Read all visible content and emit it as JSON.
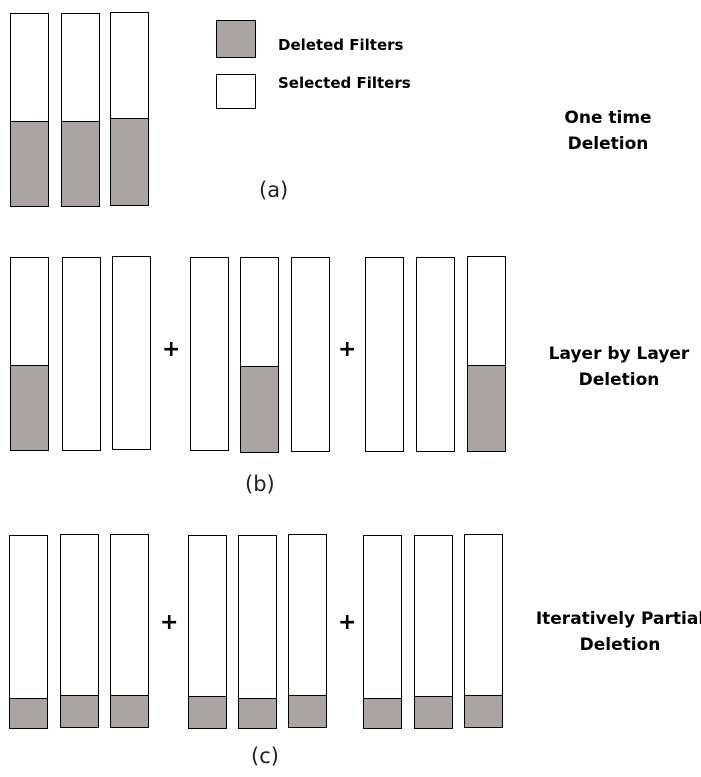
{
  "legend": {
    "deleted_label": "Deleted Filters",
    "selected_label": "Selected Filters",
    "deleted_color": "#aaa5a3",
    "selected_color": "#ffffff"
  },
  "plus_symbol": "+",
  "sections": [
    {
      "id": "a",
      "caption": "(a)",
      "title_line1": "One time",
      "title_line2": "Deletion",
      "groups": [
        [
          0.44,
          0.44,
          0.45
        ]
      ]
    },
    {
      "id": "b",
      "caption": "(b)",
      "title_line1": "Layer by Layer",
      "title_line2": "Deletion",
      "groups": [
        [
          0.44,
          0,
          0
        ],
        [
          0,
          0.44,
          0
        ],
        [
          0,
          0,
          0.44
        ]
      ]
    },
    {
      "id": "c",
      "caption": "(c)",
      "title_line1": "Iteratively Partial",
      "title_line2": "Deletion",
      "groups": [
        [
          0.15,
          0.16,
          0.16
        ],
        [
          0.16,
          0.15,
          0.16
        ],
        [
          0.15,
          0.16,
          0.16
        ]
      ]
    }
  ]
}
